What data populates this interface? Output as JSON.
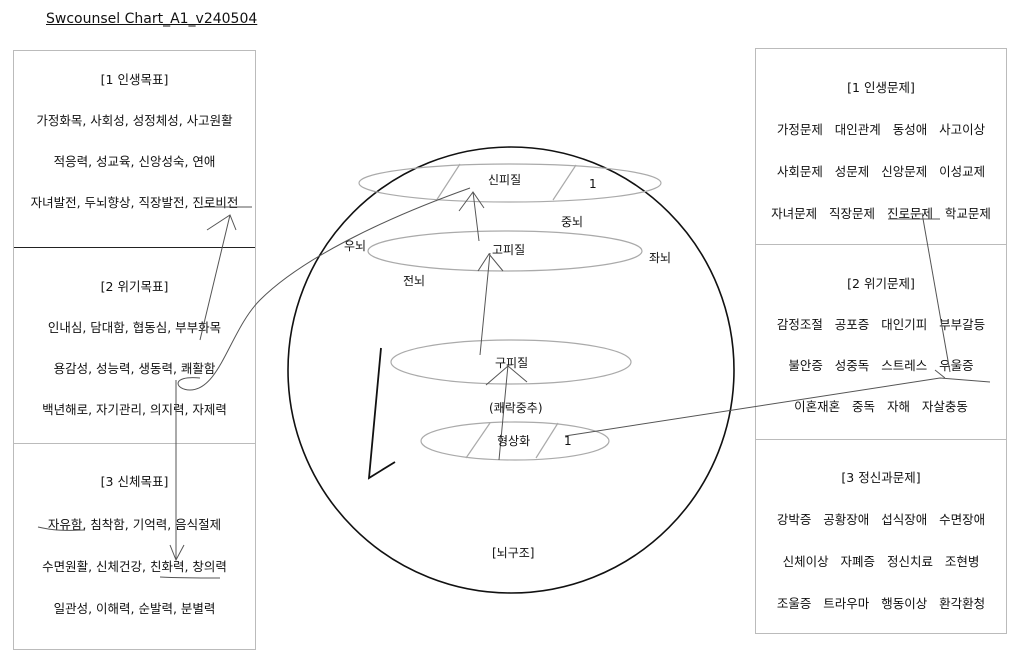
{
  "title": "Swcounsel Chart_A1_v240504",
  "left_panel": {
    "sections": [
      {
        "heading": "[1 인생목표]",
        "lines": [
          "가정화목, 사회성, 성정체성, 사고원활",
          "적응력, 성교육, 신앙성숙, 연애",
          "자녀발전, 두뇌향상, 직장발전, 진로비전"
        ]
      },
      {
        "heading": "[2 위기목표]",
        "lines": [
          "인내심, 담대함, 협동심, 부부화목",
          "용감성, 성능력, 생동력, 쾌활함",
          "백년해로, 자기관리, 의지력, 자제력"
        ]
      },
      {
        "heading": "[3 신체목표]",
        "lines": [
          "자유함, 침착함, 기억력, 음식절제",
          "수면원활, 신체건강, 친화력, 창의력",
          "일관성, 이해력, 순발력, 분별력"
        ]
      }
    ]
  },
  "right_panel": {
    "sections": [
      {
        "heading": "[1 인생문제]",
        "lines": [
          "가정문제   대인관계   동성애   사고이상",
          "사회문제   성문제   신앙문제   이성교제",
          "자녀문제   직장문제   진로문제   학교문제"
        ]
      },
      {
        "heading": "[2 위기문제]",
        "lines": [
          "감정조절   공포증   대인기피   부부갈등",
          "불안증   성중독   스트레스   우울증",
          "이혼재혼   중독   자해   자살충동"
        ]
      },
      {
        "heading": "[3 정신과문제]",
        "lines": [
          "강박증   공황장애   섭식장애   수면장애",
          "신체이상   자폐증   정신치료   조현병",
          "조울증   트라우마   행동이상   환각환청"
        ]
      }
    ]
  },
  "brain": {
    "neocortex": "신피질",
    "neocortex_num": "1",
    "midbrain": "중뇌",
    "right_brain": "우뇌",
    "paleocortex": "고피질",
    "left_brain": "좌뇌",
    "forebrain": "전뇌",
    "archicortex": "구피질",
    "pleasure_center": "(쾌락중추)",
    "visualization": "형상화",
    "visualization_num": "1",
    "caption": "[뇌구조]"
  }
}
